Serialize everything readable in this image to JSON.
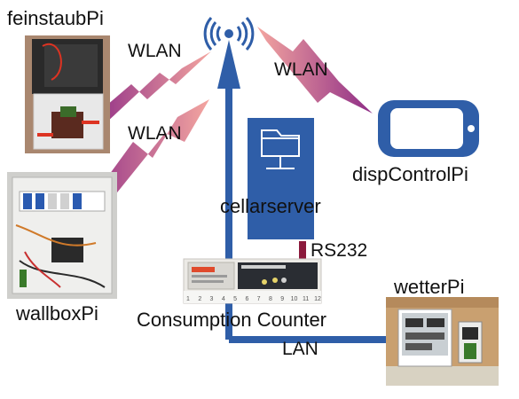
{
  "nodes": {
    "feinstaub": {
      "label": "feinstaubPi"
    },
    "wallbox": {
      "label": "wallboxPi"
    },
    "display": {
      "label": "dispControlPi"
    },
    "server": {
      "label": "cellarserver"
    },
    "counter": {
      "label": "Consumption Counter"
    },
    "wetter": {
      "label": "wetterPi"
    }
  },
  "links": {
    "wlan_feinstaub": "WLAN",
    "wlan_wallbox": "WLAN",
    "wlan_display": "WLAN",
    "serial": "RS232",
    "lan": "LAN"
  },
  "meter": {
    "terminal_numbers": [
      "1",
      "2",
      "3",
      "4",
      "5",
      "6",
      "7",
      "8",
      "9",
      "10",
      "11",
      "12"
    ]
  },
  "colors": {
    "network_blue": "#2f5ea8",
    "wlan_purple": "#a0408a",
    "wlan_pink": "#f0a0a0",
    "rs232_maroon": "#8b1a3c"
  }
}
